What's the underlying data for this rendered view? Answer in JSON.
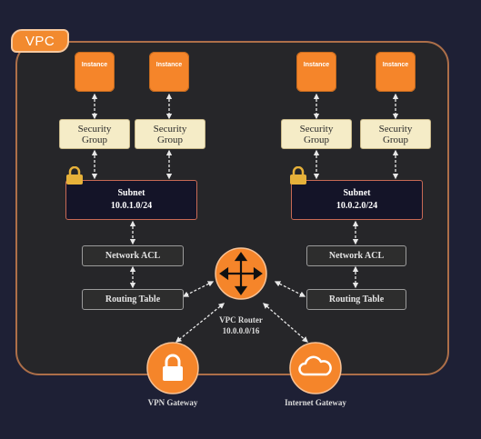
{
  "vpc": {
    "label": "VPC"
  },
  "left": {
    "instances": [
      "Instance",
      "Instance"
    ],
    "security_groups": [
      {
        "line1": "Security",
        "line2": "Group"
      },
      {
        "line1": "Security",
        "line2": "Group"
      }
    ],
    "subnet": {
      "line1": "Subnet",
      "line2": "10.0.1.0/24"
    },
    "network_acl": "Network ACL",
    "routing_table": "Routing Table"
  },
  "right": {
    "instances": [
      "Instance",
      "Instance"
    ],
    "security_groups": [
      {
        "line1": "Security",
        "line2": "Group"
      },
      {
        "line1": "Security",
        "line2": "Group"
      }
    ],
    "subnet": {
      "line1": "Subnet",
      "line2": "10.0.2.0/24"
    },
    "network_acl": "Network ACL",
    "routing_table": "Routing Table"
  },
  "router": {
    "line1": "VPC Router",
    "line2": "10.0.0.0/16",
    "icon": "router-arrows-icon"
  },
  "vpn_gateway": {
    "label": "VPN Gateway",
    "icon": "lock-icon"
  },
  "internet_gateway": {
    "label": "Internet Gateway",
    "icon": "cloud-icon"
  },
  "colors": {
    "accent": "#f5852a",
    "background": "#1e2035",
    "panel": "#262629"
  }
}
